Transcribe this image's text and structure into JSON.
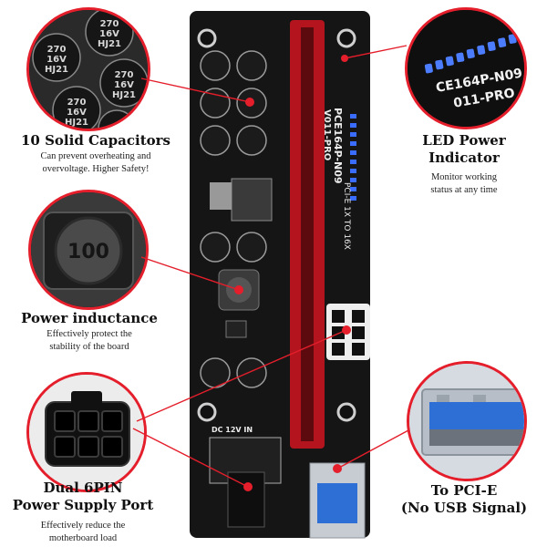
{
  "features": {
    "capacitors": {
      "title": "10 Solid Capacitors",
      "desc1": "Can prevent overheating and",
      "desc2": "overvoltage. Higher Safety!"
    },
    "inductance": {
      "title": "Power inductance",
      "desc1": "Effectively protect the",
      "desc2": "stability of the board"
    },
    "port": {
      "title1": "Dual 6PIN",
      "title2": "Power Supply Port",
      "desc1": "Effectively reduce the",
      "desc2": "motherboard load"
    },
    "led": {
      "title1": "LED Power",
      "title2": "Indicator",
      "desc1": "Monitor working",
      "desc2": "status at any time"
    },
    "pcie": {
      "title1": "To PCI-E",
      "title2": "(No USB Signal)"
    }
  },
  "board": {
    "model": "PCE164P-N09",
    "version": "V011-PRO",
    "slot_text": "PCI-E 1X TO 16X",
    "cap_marking": [
      "270",
      "16V",
      "HJ21"
    ],
    "inductor_marking": "100",
    "dc_label": "DC 12V IN"
  },
  "zoom": {
    "led_text1": "CE164P-N09",
    "led_text2": "011-PRO",
    "inductor_text": "100"
  },
  "colors": {
    "accent": "#e41e2b",
    "led": "#3a6cff",
    "board": "#151515"
  }
}
